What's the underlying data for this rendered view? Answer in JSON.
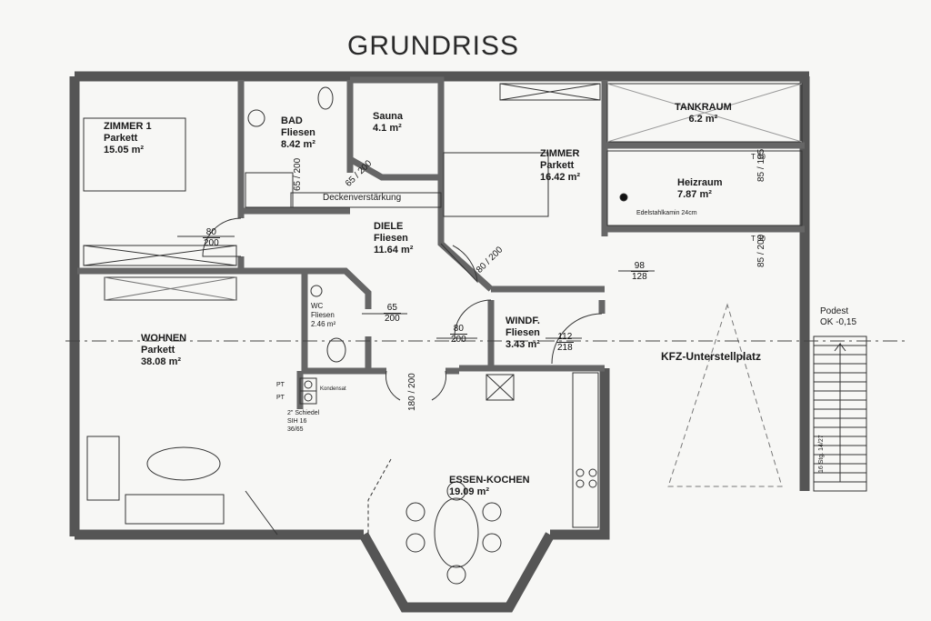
{
  "title": "GRUNDRISS",
  "rooms": {
    "zimmer1": {
      "name": "ZIMMER 1",
      "floor": "Parkett",
      "area": "15.05 m²"
    },
    "bad": {
      "name": "BAD",
      "floor": "Fliesen",
      "area": "8.42 m²"
    },
    "sauna": {
      "name": "Sauna",
      "area": "4.1 m²"
    },
    "zimmer2": {
      "name": "ZIMMER",
      "floor": "Parkett",
      "area": "16.42 m²"
    },
    "tankraum": {
      "name": "TANKRAUM",
      "area": "6.2 m²"
    },
    "heizraum": {
      "name": "Heizraum",
      "area": "7.87 m²",
      "note": "Edelstahlkamin 24cm"
    },
    "diele": {
      "name": "DIELE",
      "floor": "Fliesen",
      "area": "11.64 m²"
    },
    "wohnen": {
      "name": "WOHNEN",
      "floor": "Parkett",
      "area": "38.08 m²"
    },
    "wc": {
      "name": "WC",
      "floor": "Fliesen",
      "area": "2.46 m²"
    },
    "windfang": {
      "name": "WINDF.",
      "floor": "Fliesen",
      "area": "3.43 m²"
    },
    "kfz": {
      "name": "KFZ-Unterstellplatz"
    },
    "essen": {
      "name": "ESSEN-KOCHEN",
      "area": "19.09 m²"
    }
  },
  "notes": {
    "deckenverstaerkung": "Deckenverstärkung",
    "podest": "Podest",
    "podest_level": "OK -0,15",
    "pt1": "PT",
    "pt2": "PT",
    "kondensat": "Kondensat",
    "schiedel": "2\" Schiedel",
    "sih": "SIH 16",
    "size": "36/65",
    "stairs": "16 Stg. 14/27"
  },
  "doors": {
    "zimmer1": {
      "w": "80",
      "h": "200"
    },
    "bad": {
      "w": "65",
      "h": "200"
    },
    "sauna": {
      "w": "65",
      "h": "200"
    },
    "zimmer2": {
      "w": "80",
      "h": "200"
    },
    "wc": {
      "w": "65",
      "h": "200"
    },
    "diele_windf": {
      "w": "80",
      "h": "200"
    },
    "windf_out": {
      "w": "112",
      "h": "218"
    },
    "kfz_opening": {
      "w": "98",
      "h": "128"
    },
    "heizraum_fire": {
      "t": "T 30",
      "w": "85",
      "h": "105"
    },
    "kfz_fire": {
      "t": "T 30",
      "w": "85",
      "h": "200"
    },
    "essen": {
      "w": "180",
      "h": "200"
    }
  }
}
